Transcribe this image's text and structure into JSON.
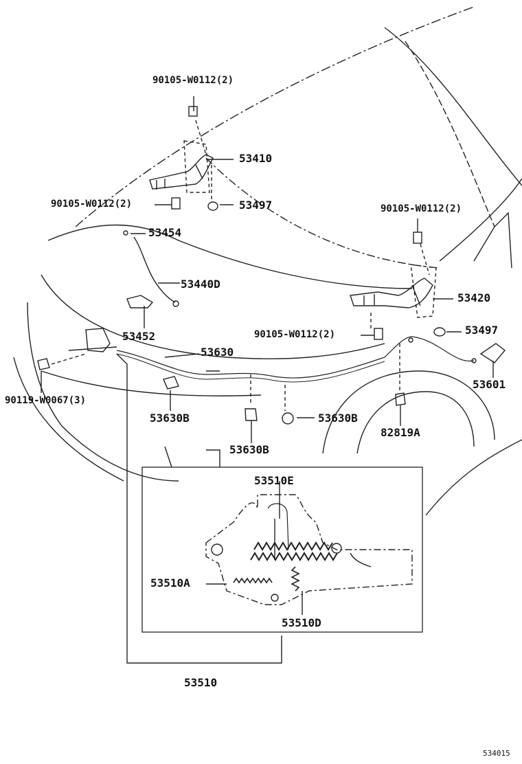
{
  "parts": {
    "bolt_top": "90105-W0112(2)",
    "hinge_lh": "53410",
    "bolt_mid_left": "90105-W0112(2)",
    "cushion_left": "53497",
    "bolt_right": "90105-W0112(2)",
    "retainer": "53454",
    "support_rod": "53440D",
    "hinge_rh": "53420",
    "holder": "53452",
    "bolt_lower": "90105-W0112(2)",
    "cushion_right": "53497",
    "cable": "53630",
    "lever": "53601",
    "screw": "90119-W0067(3)",
    "clamp_left": "53630B",
    "clamp_mid": "53630B",
    "clamp_bottom": "53630B",
    "clip": "82819A",
    "spring_e": "53510E",
    "spring_a": "53510A",
    "spring_d": "53510D",
    "lock_assy": "53510"
  },
  "figure_id": "534015"
}
